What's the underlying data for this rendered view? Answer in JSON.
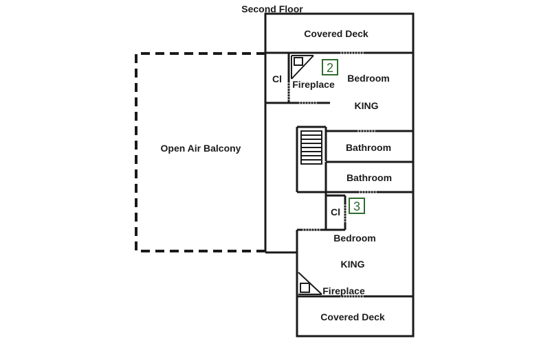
{
  "title": "Second Floor",
  "rooms": {
    "covered_deck_top": "Covered Deck",
    "closet_top": "Cl",
    "fireplace_top": "Fireplace",
    "bedroom_2": "Bedroom",
    "king_2": "KING",
    "open_air_balcony": "Open Air Balcony",
    "bathroom_upper": "Bathroom",
    "bathroom_lower": "Bathroom",
    "closet_bottom": "Cl",
    "bedroom_3": "Bedroom",
    "king_3": "KING",
    "fireplace_bottom": "Fireplace",
    "covered_deck_bottom": "Covered Deck"
  },
  "room_numbers": {
    "bedroom_2": "2",
    "bedroom_3": "3"
  },
  "colors": {
    "wall": "#1a1a1a",
    "number_badge": "#2e6b2e",
    "door": "#888888"
  }
}
